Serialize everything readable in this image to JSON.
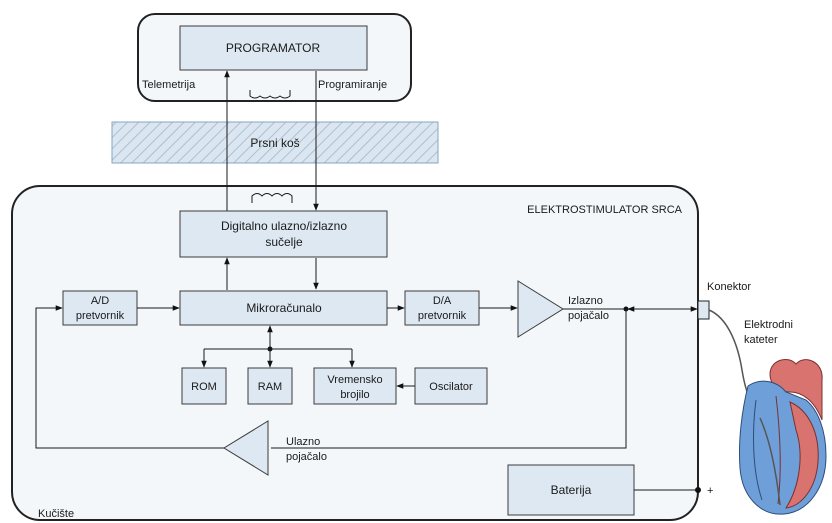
{
  "programmer": {
    "title": "PROGRAMATOR",
    "telemetry_label": "Telemetrija",
    "programming_label": "Programiranje"
  },
  "chest": {
    "label": "Prsni koš"
  },
  "pacemaker": {
    "title": "ELEKTROSTIMULATOR SRCA",
    "housing_label": "Kučište"
  },
  "blocks": {
    "io_interface_line1": "Digitalno ulazno/izlazno",
    "io_interface_line2": "sučelje",
    "ad_line1": "A/D",
    "ad_line2": "pretvornik",
    "microcomputer": "Mikroračunalo",
    "da_line1": "D/A",
    "da_line2": "pretvornik",
    "rom": "ROM",
    "ram": "RAM",
    "timer_line1": "Vremensko",
    "timer_line2": "brojilo",
    "oscillator": "Oscilator",
    "battery": "Baterija"
  },
  "amplifiers": {
    "output_line1": "Izlazno",
    "output_line2": "pojačalo",
    "input_line1": "Ulazno",
    "input_line2": "pojačalo"
  },
  "external": {
    "connector": "Konektor",
    "catheter_line1": "Elektrodni",
    "catheter_line2": "kateter",
    "battery_terminal": "+"
  },
  "colors": {
    "block_fill": "#dde8f2",
    "housing_fill": "#f4f7fa",
    "chest_hatch": "#a9c0d6",
    "heart_red": "#d9736f",
    "heart_blue": "#6f9fd8"
  }
}
